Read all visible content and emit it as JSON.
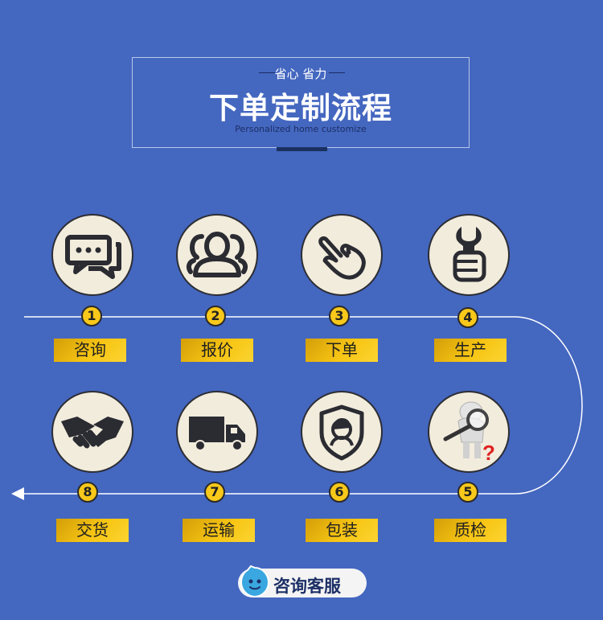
{
  "header": {
    "tagline": "省心 省力",
    "title": "下单定制流程",
    "subtitle": "Personalized home customize"
  },
  "steps": [
    {
      "number": "1",
      "label": "咨询",
      "icon": "chat-bubbles-icon"
    },
    {
      "number": "2",
      "label": "报价",
      "icon": "people-icon"
    },
    {
      "number": "3",
      "label": "下单",
      "icon": "pointing-hand-icon"
    },
    {
      "number": "4",
      "label": "生产",
      "icon": "wrench-fist-icon"
    },
    {
      "number": "5",
      "label": "质检",
      "icon": "magnifier-inspector-icon"
    },
    {
      "number": "6",
      "label": "包装",
      "icon": "shield-person-icon"
    },
    {
      "number": "7",
      "label": "运输",
      "icon": "truck-icon"
    },
    {
      "number": "8",
      "label": "交货",
      "icon": "handshake-icon"
    }
  ],
  "consult_button": {
    "label": "咨询客服",
    "icon": "chat-drop-icon"
  },
  "colors": {
    "background": "#4467c0",
    "circle_fill": "#f1ecdc",
    "badge": "#f8c81a",
    "label_gold": "#f7c514",
    "dark": "#1c2f66"
  }
}
